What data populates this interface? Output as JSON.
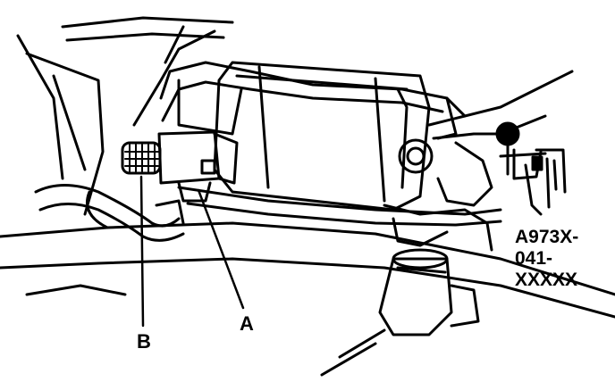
{
  "callouts": {
    "a": "A",
    "b": "B"
  },
  "tool_number": {
    "line1": "A973X-",
    "line2": "041-",
    "line3": "XXXXX"
  },
  "icons": {
    "tool": "vacuum-pump-gauge-icon"
  },
  "colors": {
    "ink": "#000000",
    "paper": "#ffffff"
  }
}
